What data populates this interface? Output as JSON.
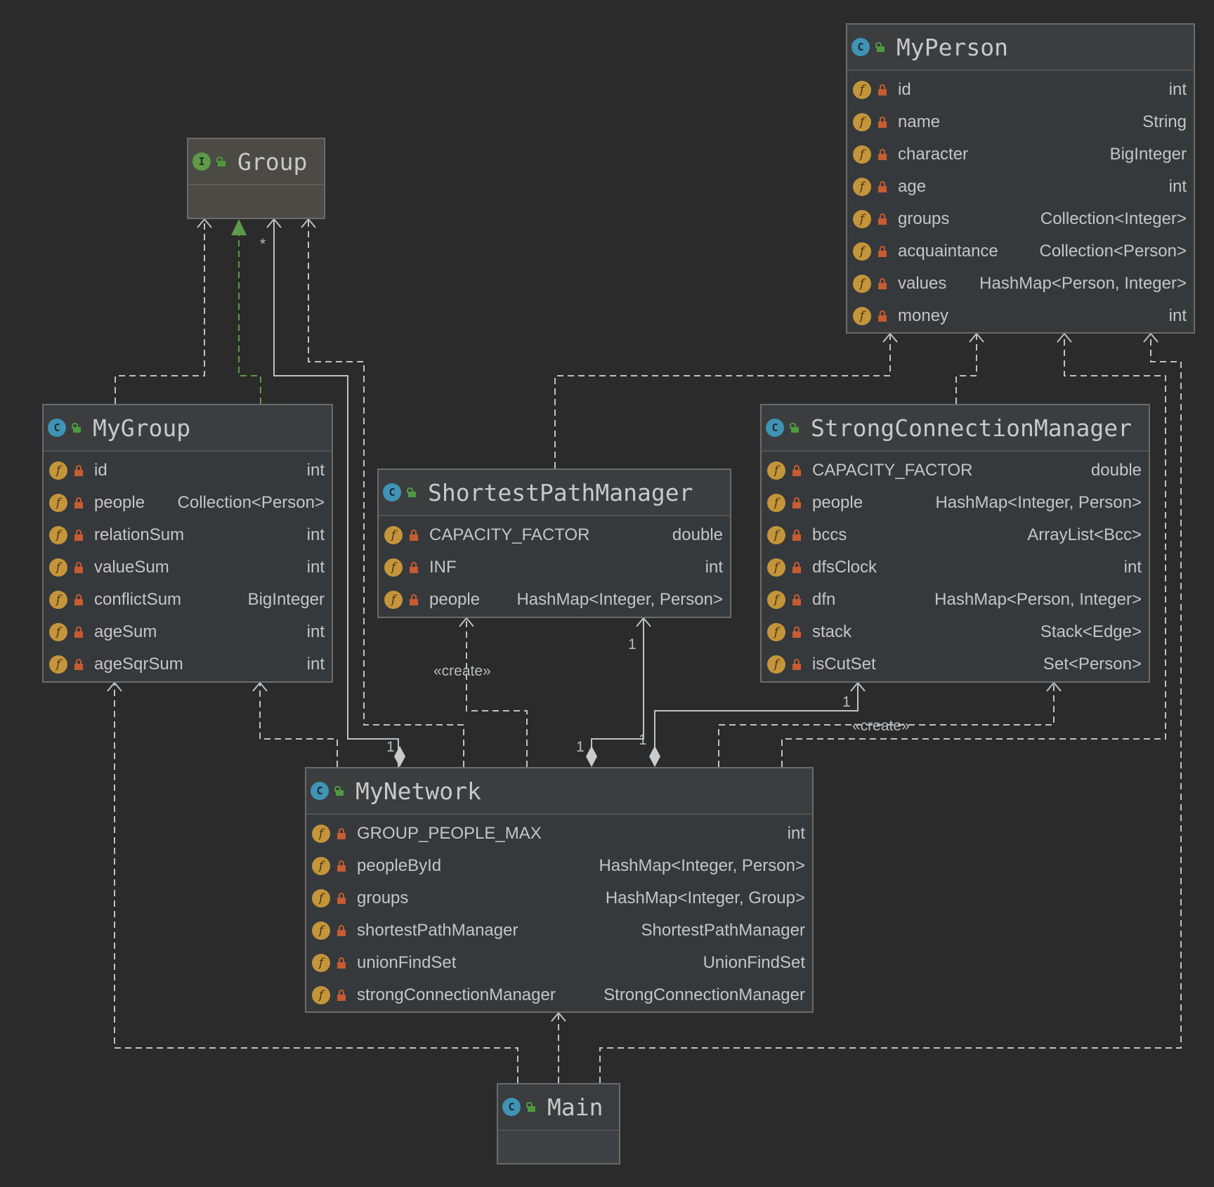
{
  "nodes": {
    "group": {
      "kind": "I",
      "title": "Group",
      "fields": []
    },
    "mygroup": {
      "kind": "C",
      "title": "MyGroup",
      "fields": [
        {
          "name": "id",
          "type": "int"
        },
        {
          "name": "people",
          "type": "Collection<Person>"
        },
        {
          "name": "relationSum",
          "type": "int"
        },
        {
          "name": "valueSum",
          "type": "int"
        },
        {
          "name": "conflictSum",
          "type": "BigInteger"
        },
        {
          "name": "ageSum",
          "type": "int"
        },
        {
          "name": "ageSqrSum",
          "type": "int"
        }
      ]
    },
    "myperson": {
      "kind": "C",
      "title": "MyPerson",
      "fields": [
        {
          "name": "id",
          "type": "int"
        },
        {
          "name": "name",
          "type": "String"
        },
        {
          "name": "character",
          "type": "BigInteger"
        },
        {
          "name": "age",
          "type": "int"
        },
        {
          "name": "groups",
          "type": "Collection<Integer>"
        },
        {
          "name": "acquaintance",
          "type": "Collection<Person>"
        },
        {
          "name": "values",
          "type": "HashMap<Person, Integer>"
        },
        {
          "name": "money",
          "type": "int"
        }
      ]
    },
    "shortest": {
      "kind": "C",
      "title": "ShortestPathManager",
      "fields": [
        {
          "name": "CAPACITY_FACTOR",
          "type": "double"
        },
        {
          "name": "INF",
          "type": "int"
        },
        {
          "name": "people",
          "type": "HashMap<Integer, Person>"
        }
      ]
    },
    "strong": {
      "kind": "C",
      "title": "StrongConnectionManager",
      "fields": [
        {
          "name": "CAPACITY_FACTOR",
          "type": "double"
        },
        {
          "name": "people",
          "type": "HashMap<Integer, Person>"
        },
        {
          "name": "bccs",
          "type": "ArrayList<Bcc>"
        },
        {
          "name": "dfsClock",
          "type": "int"
        },
        {
          "name": "dfn",
          "type": "HashMap<Person, Integer>"
        },
        {
          "name": "stack",
          "type": "Stack<Edge>"
        },
        {
          "name": "isCutSet",
          "type": "Set<Person>"
        }
      ]
    },
    "mynetwork": {
      "kind": "C",
      "title": "MyNetwork",
      "fields": [
        {
          "name": "GROUP_PEOPLE_MAX",
          "type": "int"
        },
        {
          "name": "peopleById",
          "type": "HashMap<Integer, Person>"
        },
        {
          "name": "groups",
          "type": "HashMap<Integer, Group>"
        },
        {
          "name": "shortestPathManager",
          "type": "ShortestPathManager"
        },
        {
          "name": "unionFindSet",
          "type": "UnionFindSet"
        },
        {
          "name": "strongConnectionManager",
          "type": "StrongConnectionManager"
        }
      ]
    },
    "main": {
      "kind": "C",
      "title": "Main",
      "fields": []
    }
  },
  "edge_labels": {
    "star": "*",
    "one_a": "1",
    "one_b": "1",
    "one_c": "1",
    "one_d": "1",
    "one_e": "1",
    "create_a": "«create»",
    "create_b": "«create»"
  },
  "icons": {
    "class": "class-icon",
    "interface": "interface-icon",
    "field": "field-icon",
    "private": "lock-icon",
    "public": "unlock-icon"
  },
  "colors": {
    "background": "#2b2b2b",
    "edge": "#bfc1c3",
    "realization": "#5f9a4a",
    "field_icon": "#c4953b",
    "lock": "#c75b32",
    "class_icon": "#3f93b5"
  }
}
